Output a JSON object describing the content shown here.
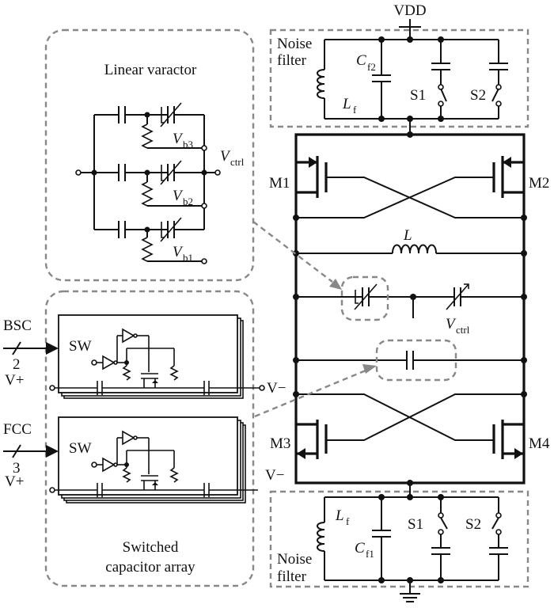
{
  "labels": {
    "vdd": "VDD",
    "noise_filter_top": [
      "Noise",
      "filter"
    ],
    "noise_filter_bottom": [
      "Noise",
      "filter"
    ],
    "cf2_main": "C",
    "cf2_sub": "f2",
    "cf1_main": "C",
    "cf1_sub": "f1",
    "lf_top_main": "L",
    "lf_top_sub": "f",
    "lf_bot_main": "L",
    "lf_bot_sub": "f",
    "s1_top": "S1",
    "s2_top": "S2",
    "s1_bot": "S1",
    "s2_bot": "S2",
    "m1": "M1",
    "m2": "M2",
    "m3": "M3",
    "m4": "M4",
    "inductor": "L",
    "vctrl_main": "V",
    "vctrl_sub": "ctrl",
    "linear_varactor": "Linear varactor",
    "vb3_main": "V",
    "vb3_sub": "b3",
    "vb2_main": "V",
    "vb2_sub": "b2",
    "vb1_main": "V",
    "vb1_sub": "b1",
    "vctrl_lv_main": "V",
    "vctrl_lv_sub": "ctrl",
    "bsc": "BSC",
    "bsc_bits": "2",
    "fcc": "FCC",
    "fcc_bits": "3",
    "sw_bsc": "SW",
    "sw_fcc": "SW",
    "vplus_bsc": "V+",
    "vplus_fcc": "V+",
    "vminus_bsc": "V−",
    "vminus_fcc": "V−",
    "switched_cap_array": [
      "Switched",
      "capacitor array"
    ]
  }
}
